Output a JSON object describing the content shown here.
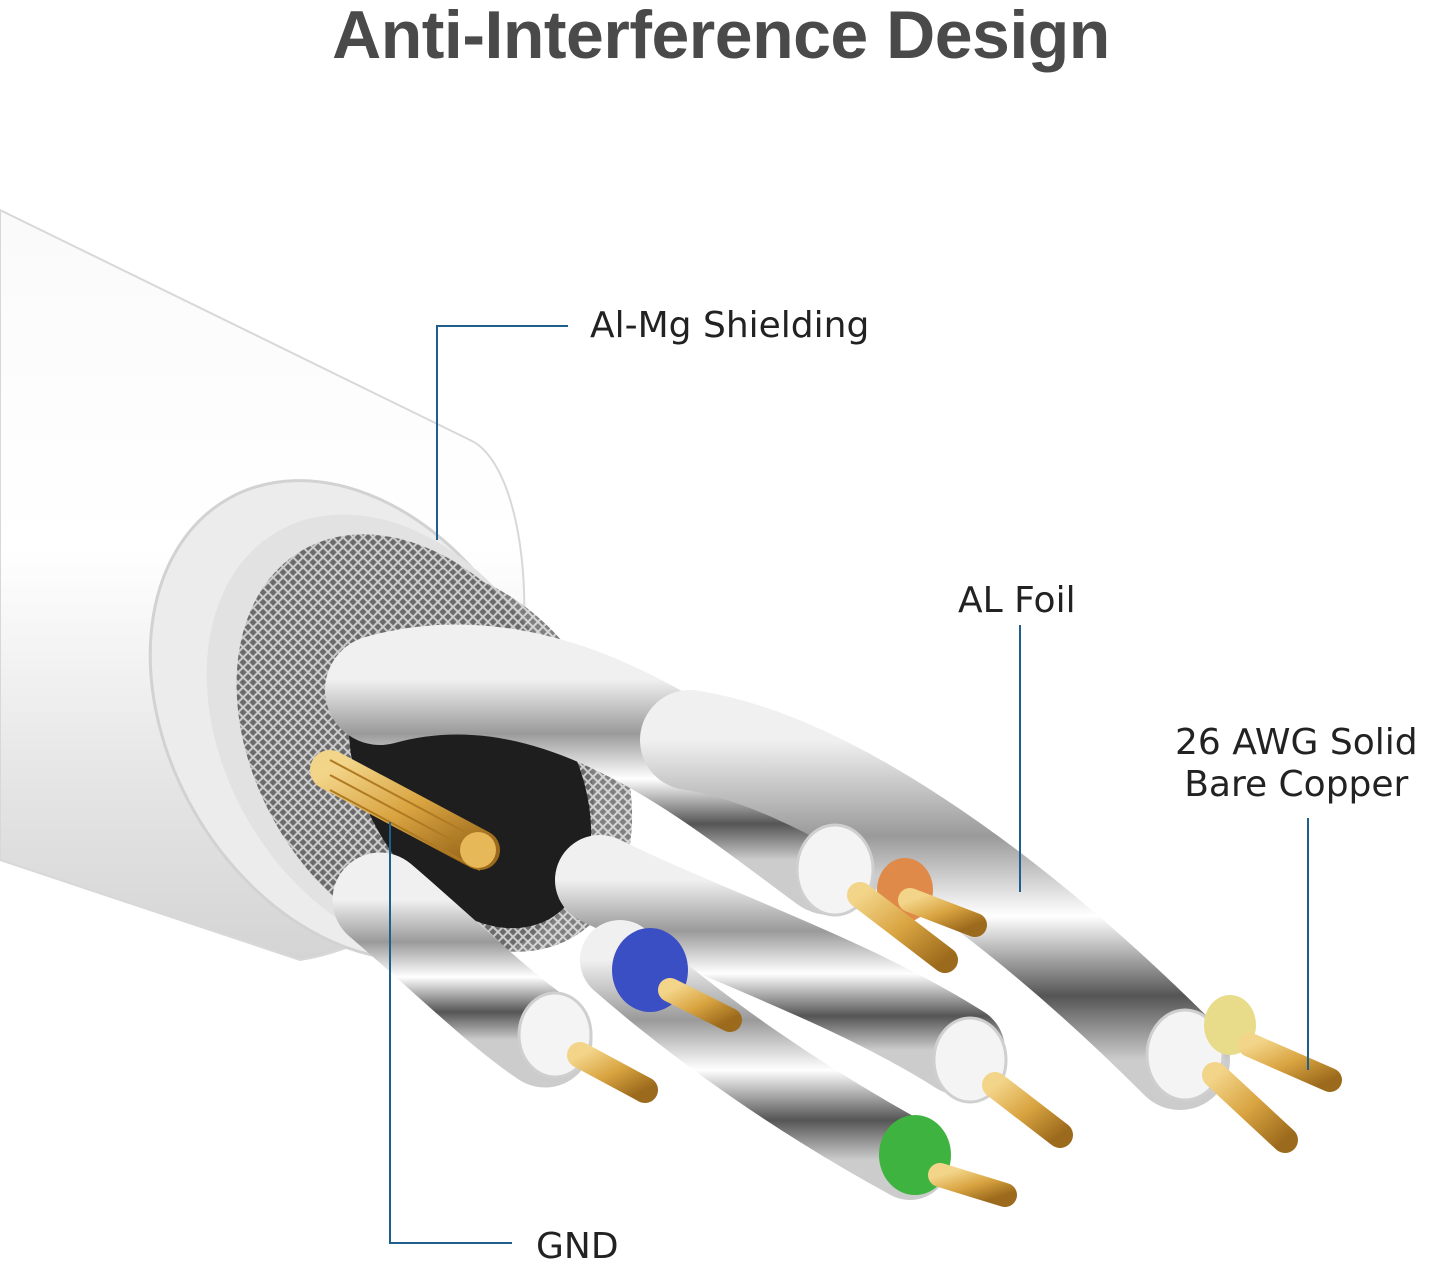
{
  "title": "Anti-Interference Design",
  "labels": {
    "shielding": "Al-Mg Shielding",
    "foil": "AL Foil",
    "copper_line1": "26 AWG Solid",
    "copper_line2": "Bare Copper",
    "gnd": "GND"
  },
  "colors": {
    "title": "#4a4a4a",
    "leader_line": "#1f5f8b",
    "jacket": "#f2f2f2",
    "copper": "#d9a441",
    "foil": "#b8b8b8",
    "pair_blue": "#3b4fc4",
    "pair_green": "#3fb33f",
    "pair_orange": "#e08a4a",
    "pair_yellow": "#e8dc8a"
  }
}
